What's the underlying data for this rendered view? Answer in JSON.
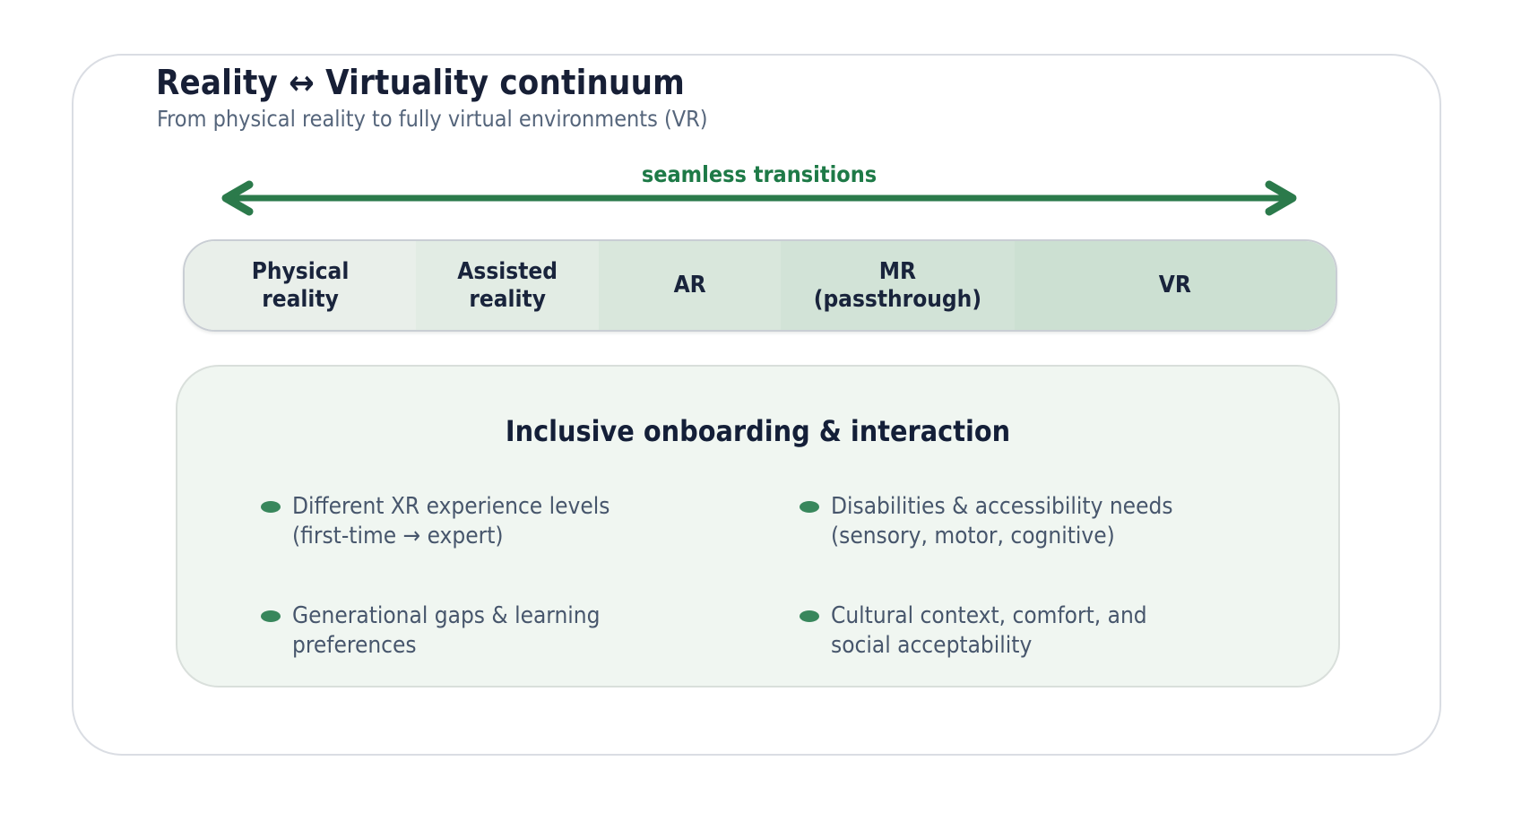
{
  "header": {
    "title": "Reality ↔ Virtuality continuum",
    "subtitle": "From physical reality to fully virtual environments (VR)"
  },
  "continuum": {
    "arrow_label": "seamless transitions",
    "segments": [
      {
        "label": "Physical\nreality",
        "color": "#e9efea"
      },
      {
        "label": "Assisted\nreality",
        "color": "#e2ece4"
      },
      {
        "label": "AR",
        "color": "#d9e7dc"
      },
      {
        "label": "MR\n(passthrough)",
        "color": "#d2e3d7"
      },
      {
        "label": "VR",
        "color": "#cce0d2"
      }
    ]
  },
  "panel": {
    "title": "Inclusive onboarding & interaction",
    "bullets": [
      {
        "text": "Different XR experience levels\n(first-time → expert)"
      },
      {
        "text": "Disabilities & accessibility needs\n(sensory, motor, cognitive)"
      },
      {
        "text": "Generational gaps & learning\npreferences"
      },
      {
        "text": "Cultural context, comfort, and\nsocial acceptability"
      }
    ]
  },
  "colors": {
    "title_navy": "#171f36",
    "subtitle_slate": "#55657b",
    "accent_green": "#1e7a47",
    "arrow_green": "#2b7a4b",
    "bullet_green": "#38875c",
    "bullet_text": "#47566c",
    "bar_text": "#19243c",
    "bar_border": "#c9ced4",
    "card_border": "#dadde3",
    "panel_bg": "#f0f6f1",
    "panel_border": "#d9dfdb",
    "panel_title": "#141f38"
  }
}
